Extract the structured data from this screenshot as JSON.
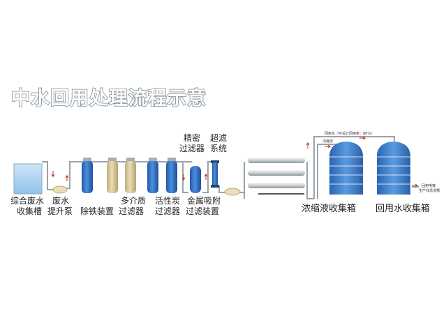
{
  "title": "中水回用处理流程示意",
  "labels": {
    "collection_tank": [
      "综合废水",
      "收集槽"
    ],
    "lift_pump": [
      "废水",
      "提升泵"
    ],
    "iron_removal": [
      "除铁装置"
    ],
    "multimedia_filter": [
      "多介质",
      "过滤器"
    ],
    "carbon_filter": [
      "活性炭",
      "过滤器"
    ],
    "metal_adsorption": [
      "金属吸附",
      "过滤装置"
    ],
    "precision_filter": [
      "精密",
      "过滤器"
    ],
    "uf_system": [
      "超滤",
      "系统"
    ],
    "concentrate_tank": "浓缩液收集箱",
    "reuse_tank": "回用水收集箱"
  },
  "pipe_labels": {
    "reuse_water": "回用水（可设计回用率：80%）",
    "concentrate": "浓缩液",
    "outlet": [
      "回用电镀",
      "生产线清洗槽"
    ]
  },
  "colors": {
    "blue_vessel": "#2f6fc0",
    "tan_vessel": "#d7c79a",
    "arrow": "#c0282d",
    "pipe": "#9aa3a8"
  }
}
